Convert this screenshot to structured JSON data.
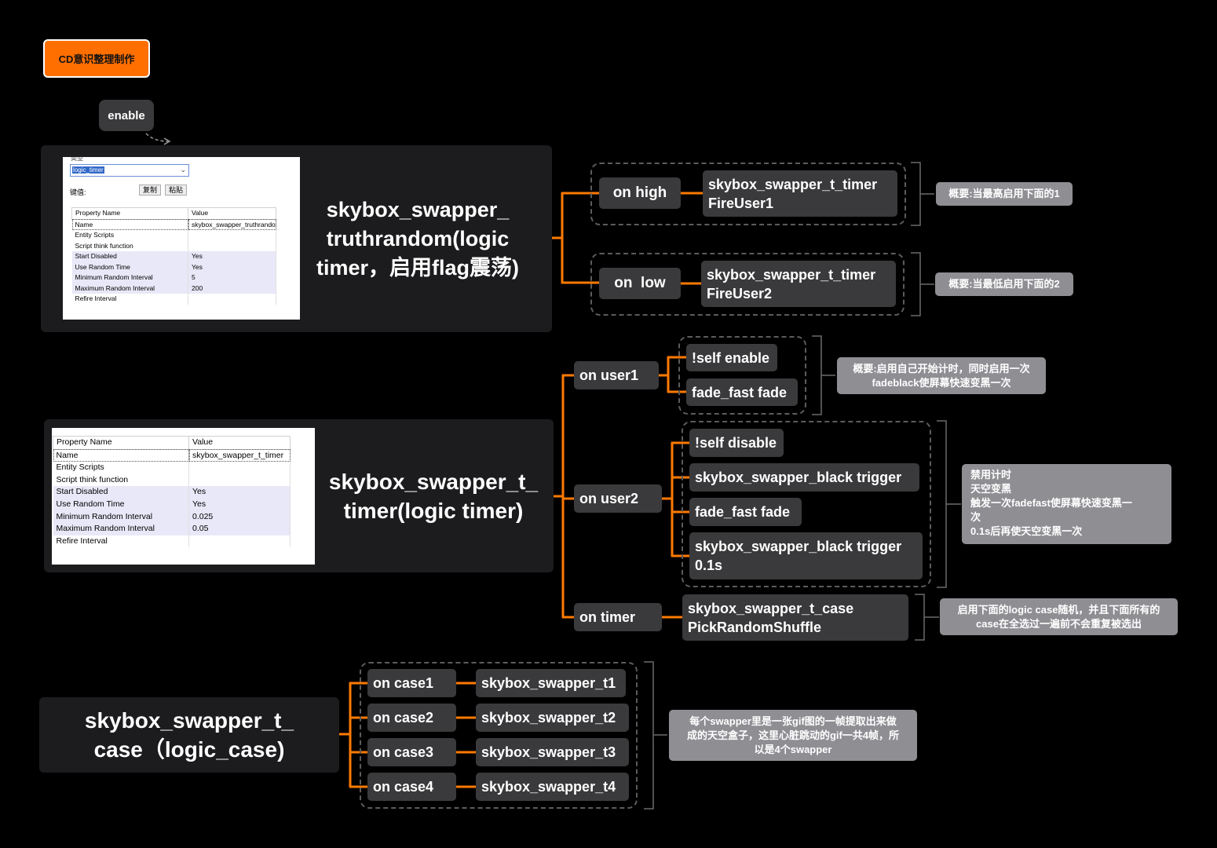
{
  "tag": "CD意识整理制作",
  "enable_label": "enable",
  "card1": {
    "title": "skybox_swapper_\ntruthrandom(logic\ntimer，启用flag震荡)",
    "panel": {
      "top_label": "类型",
      "dropdown_value": "logic_timer",
      "key_label": "键值:",
      "copy_button": "复制",
      "paste_button": "粘贴",
      "headers": [
        "Property Name",
        "Value"
      ],
      "rows": [
        [
          "Name",
          "skybox_swapper_truthrandom"
        ],
        [
          "Entity Scripts",
          ""
        ],
        [
          "Script think function",
          ""
        ],
        [
          "Start Disabled",
          "Yes"
        ],
        [
          "Use Random Time",
          "Yes"
        ],
        [
          "Minimum Random Interval",
          "5"
        ],
        [
          "Maximum Random Interval",
          "200"
        ],
        [
          "Refire Interval",
          ""
        ]
      ]
    }
  },
  "card2": {
    "title": "skybox_swapper_t_\ntimer(logic timer)",
    "panel": {
      "headers": [
        "Property Name",
        "Value"
      ],
      "rows": [
        [
          "Name",
          "skybox_swapper_t_timer"
        ],
        [
          "Entity Scripts",
          ""
        ],
        [
          "Script think function",
          ""
        ],
        [
          "Start Disabled",
          "Yes"
        ],
        [
          "Use Random Time",
          "Yes"
        ],
        [
          "Minimum Random Interval",
          "0.025"
        ],
        [
          "Maximum Random Interval",
          "0.05"
        ],
        [
          "Refire Interval",
          ""
        ]
      ]
    }
  },
  "card3": {
    "title": "skybox_swapper_t_\ncase（logic_case)"
  },
  "branch_high": {
    "output": "on high",
    "target": "skybox_swapper_t_timer\nFireUser1",
    "note": "概要:当最高启用下面的1"
  },
  "branch_low": {
    "output": "on  low",
    "target": "skybox_swapper_t_timer\nFireUser2",
    "note": "概要:当最低启用下面的2"
  },
  "branch_user1": {
    "output": "on user1",
    "targets": [
      "!self enable",
      "fade_fast fade"
    ],
    "note": "概要:启用自己开始计时，同时启用一次\nfadeblack使屏幕快速变黑一次"
  },
  "branch_user2": {
    "output": "on user2",
    "targets": [
      "!self disable",
      "skybox_swapper_black trigger",
      "fade_fast fade",
      "skybox_swapper_black trigger\n0.1s"
    ],
    "note": "禁用计时\n天空变黑\n触发一次fadefast使屏幕快速变黑一\n次\n0.1s后再使天空变黑一次"
  },
  "branch_timer": {
    "output": "on timer",
    "target": "skybox_swapper_t_case\nPickRandomShuffle",
    "note": "启用下面的logic case随机，并且下面所有的\ncase在全选过一遍前不会重复被选出"
  },
  "cases": [
    {
      "output": "on case1",
      "target": "skybox_swapper_t1"
    },
    {
      "output": "on case2",
      "target": "skybox_swapper_t2"
    },
    {
      "output": "on case3",
      "target": "skybox_swapper_t3"
    },
    {
      "output": "on case4",
      "target": "skybox_swapper_t4"
    }
  ],
  "cases_note": "每个swapper里是一张gif图的一帧提取出来做\n成的天空盒子，这里心脏跳动的gif一共4帧，所\n以是4个swapper",
  "colors": {
    "edge": "#ff7a00",
    "node": "#3a3a3c",
    "card": "#1c1c1e",
    "note": "#8e8e93",
    "tag": "#ff6f00"
  }
}
